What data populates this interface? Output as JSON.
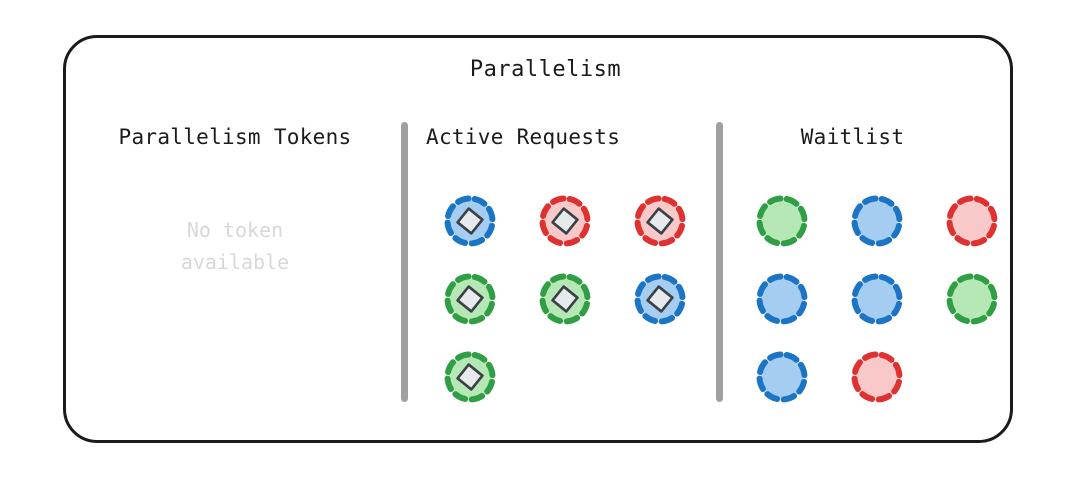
{
  "panel": {
    "title": "Parallelism"
  },
  "colors": {
    "frame_border": "#1b1b1b",
    "divider": "#a0a0a0",
    "empty_text": "#d8d8d8",
    "blue_fill": "#a5cdf2",
    "blue_dash": "#1c74c4",
    "green_fill": "#b6e8b6",
    "green_dash": "#2f9e44",
    "red_fill": "#f9c9c9",
    "red_dash": "#e03131",
    "diamond_stroke": "#3b4046",
    "diamond_fill": "#e7eaed"
  },
  "columns": [
    {
      "id": "parallelism-tokens",
      "header": "Parallelism Tokens",
      "empty_text": "No token\navailable",
      "items": []
    },
    {
      "id": "active-requests",
      "header": "Active Requests",
      "empty_text": "",
      "items": [
        {
          "color": "blue",
          "has_diamond": true
        },
        {
          "color": "red",
          "has_diamond": true
        },
        {
          "color": "red",
          "has_diamond": true
        },
        {
          "color": "green",
          "has_diamond": true
        },
        {
          "color": "green",
          "has_diamond": true
        },
        {
          "color": "blue",
          "has_diamond": true
        },
        {
          "color": "green",
          "has_diamond": true
        }
      ]
    },
    {
      "id": "waitlist",
      "header": "Waitlist",
      "empty_text": "",
      "items": [
        {
          "color": "green",
          "has_diamond": false
        },
        {
          "color": "blue",
          "has_diamond": false
        },
        {
          "color": "red",
          "has_diamond": false
        },
        {
          "color": "blue",
          "has_diamond": false
        },
        {
          "color": "blue",
          "has_diamond": false
        },
        {
          "color": "green",
          "has_diamond": false
        },
        {
          "color": "blue",
          "has_diamond": false
        },
        {
          "color": "red",
          "has_diamond": false
        }
      ]
    }
  ],
  "icon_names": {
    "active_request": "request-token-icon",
    "waitlist": "waitlist-request-icon"
  }
}
